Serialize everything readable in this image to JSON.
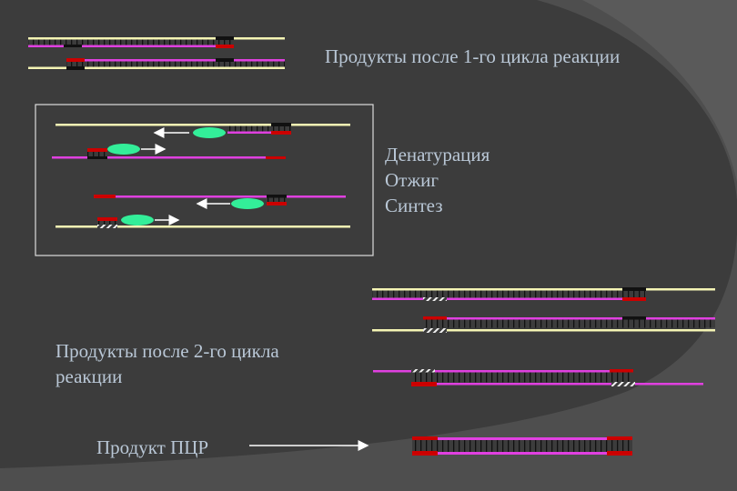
{
  "texts": {
    "products_cycle1": "Продукты после 1-го цикла реакции",
    "steps": [
      "Денатурация",
      "Отжиг",
      "Синтез"
    ],
    "products_cycle2": "Продукты после 2-го цикла реакции",
    "pcr_product": "Продукт ПЦР"
  },
  "colors": {
    "background": "#3c3c3c",
    "background_light": "#4d4d4d",
    "template_strand": "#f4f4b4",
    "new_strand": "#e040e0",
    "primer": "#cc0000",
    "polymerase": "#33ee99",
    "text": "#b9c7d6"
  }
}
